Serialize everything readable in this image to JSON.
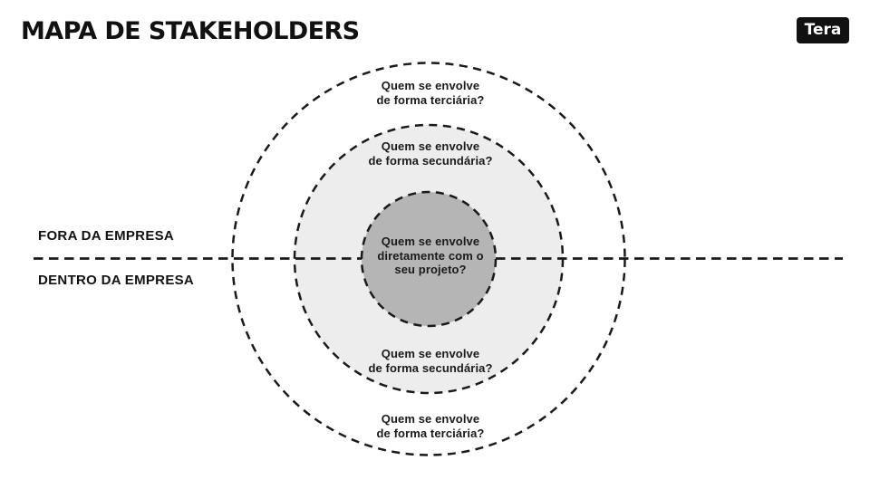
{
  "slide": {
    "title": "MAPA DE STAKEHOLDERS",
    "logo_text": "Tera"
  },
  "divider_labels": {
    "outside_company": "FORA DA EMPRESA",
    "inside_company": "DENTRO DA EMPRESA"
  },
  "rings": {
    "tertiary_top": "Quem se envolve\nde forma terciária?",
    "secondary_top": "Quem se envolve\nde forma secundária?",
    "primary_center": "Quem se envolve\ndiretamente com o\nseu projeto?",
    "secondary_bottom": "Quem se envolve\nde forma secundária?",
    "tertiary_bottom": "Quem se envolve\nde forma terciária?"
  },
  "colors": {
    "stroke": "#1a1a1a",
    "ring_outer_fill": "#ffffff",
    "ring_middle_fill": "#ededed",
    "ring_inner_fill": "#b5b5b5",
    "logo_bg": "#111111",
    "logo_fg": "#ffffff"
  }
}
